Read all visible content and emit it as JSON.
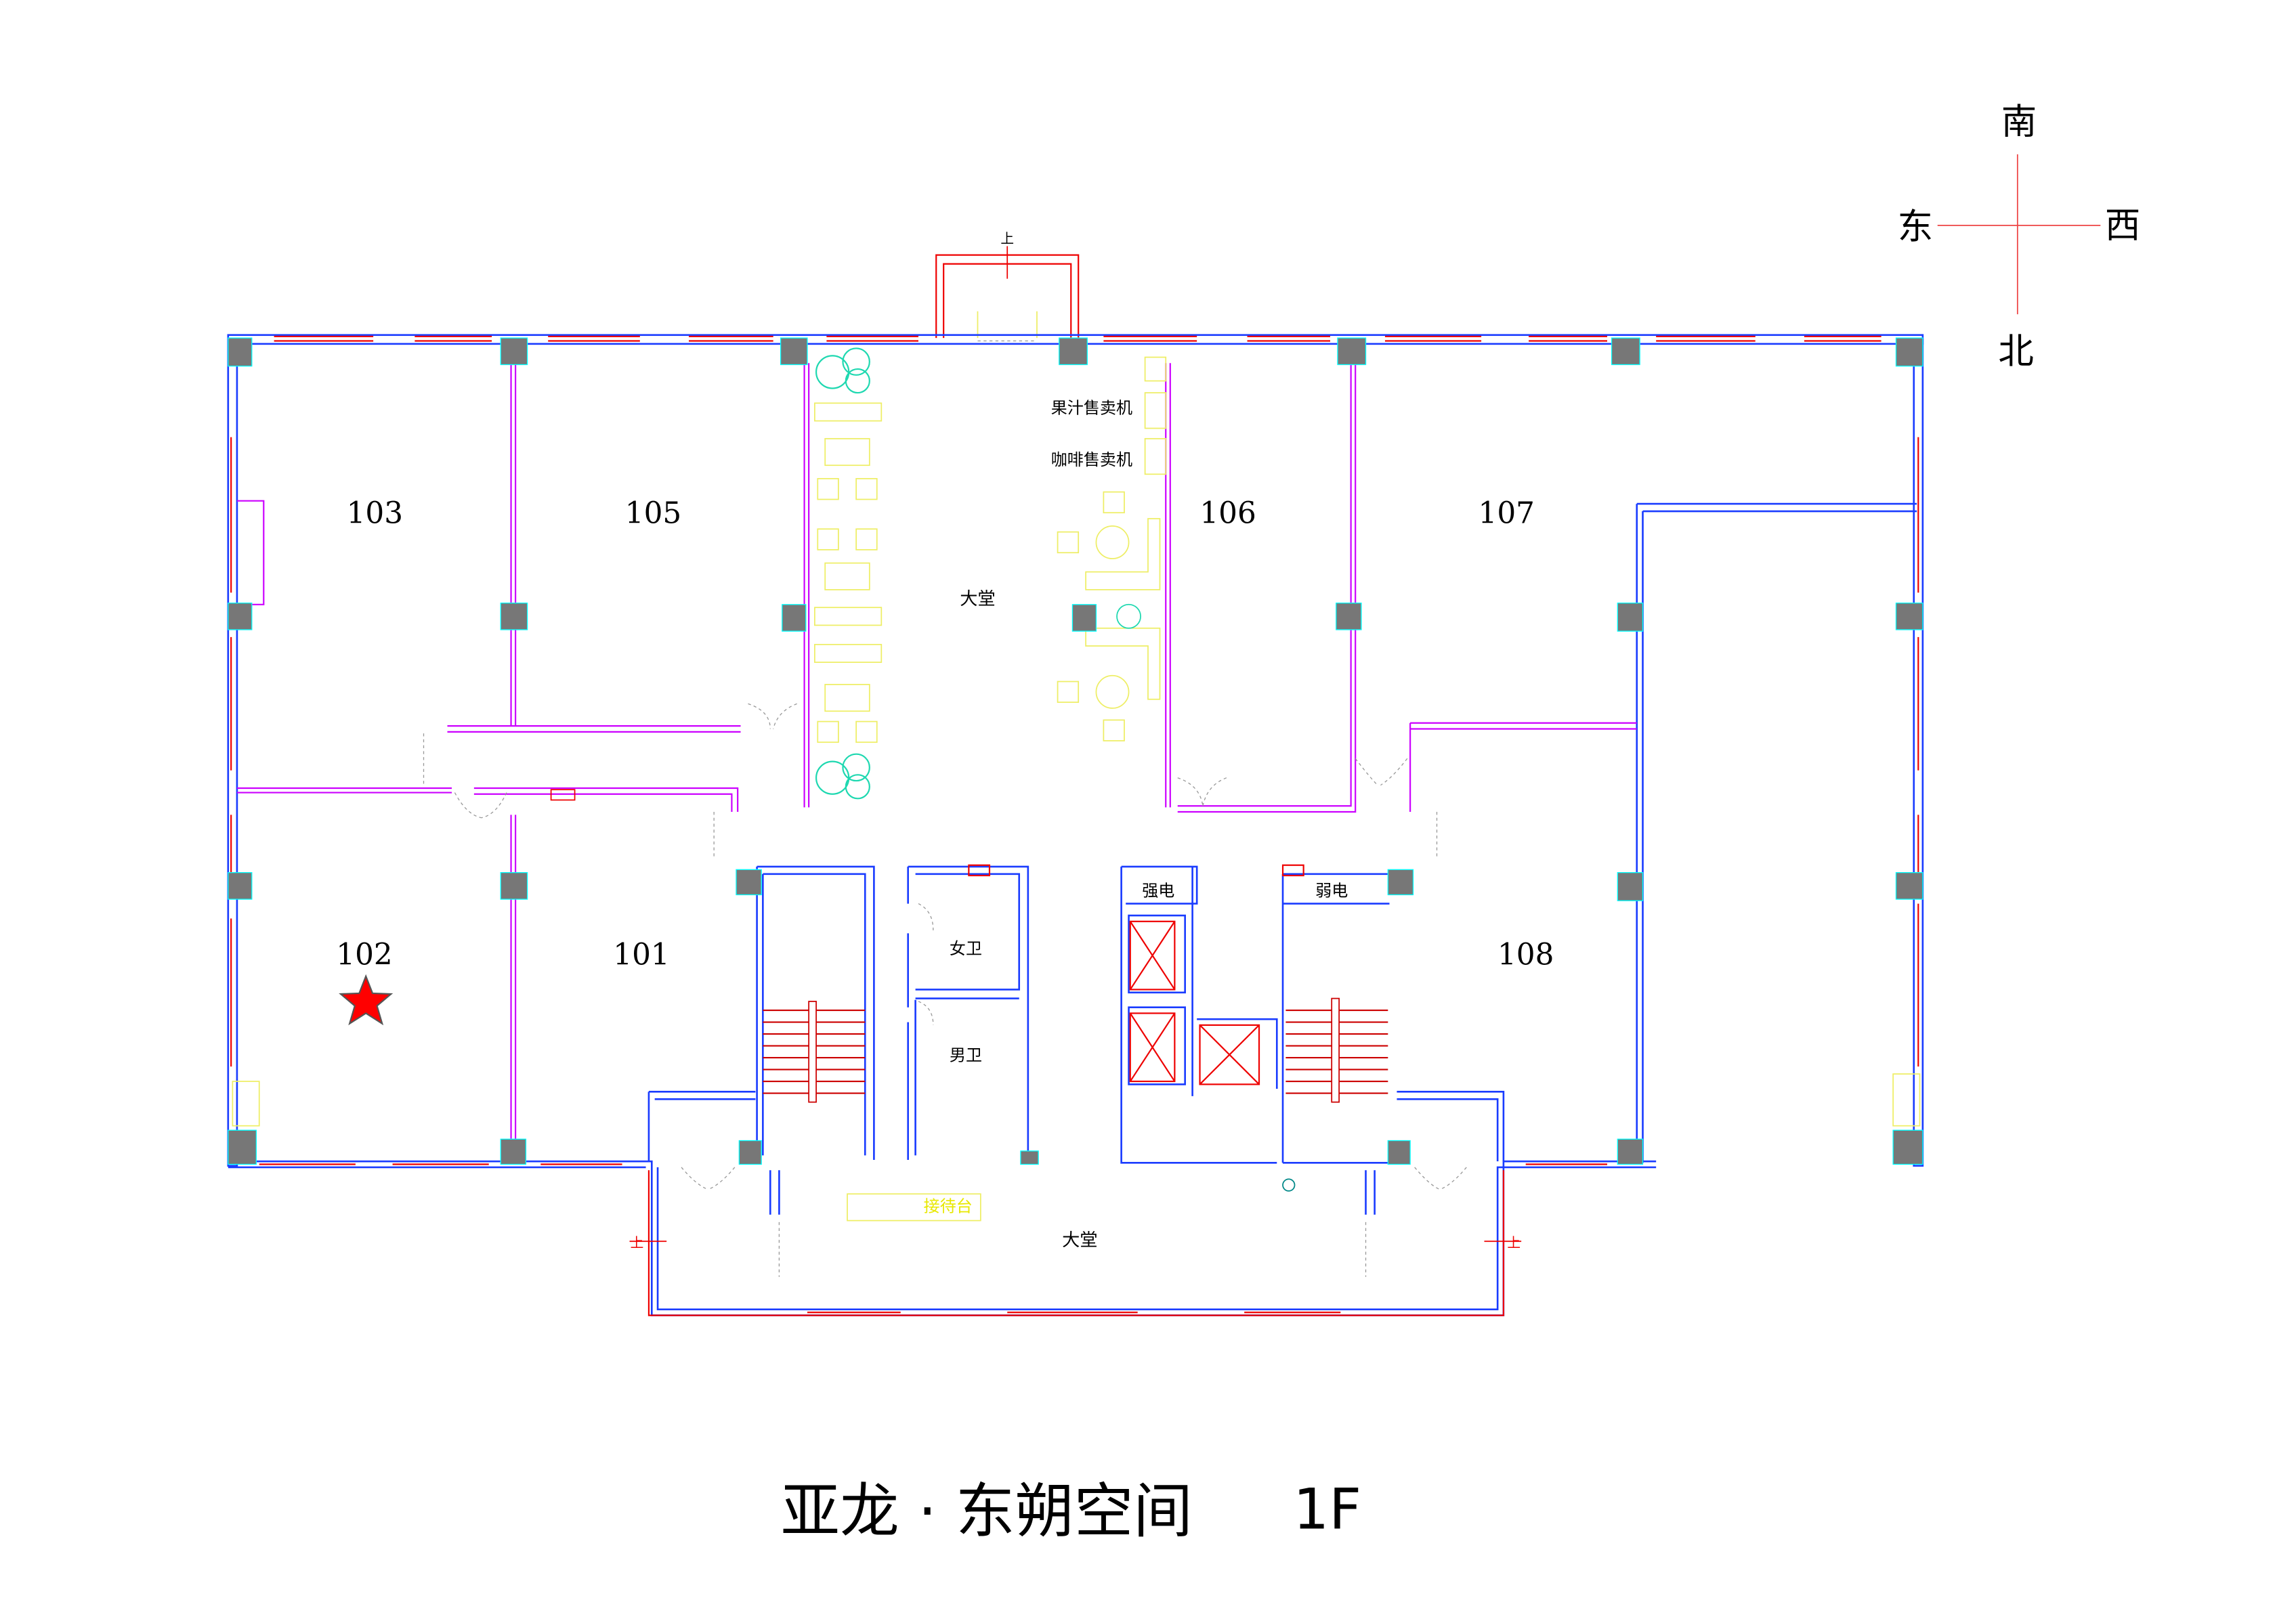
{
  "compass": {
    "south": "南",
    "east": "东",
    "west": "西",
    "north": "北"
  },
  "rooms": {
    "r103": "103",
    "r105": "105",
    "r106": "106",
    "r107": "107",
    "r102": "102",
    "r101": "101",
    "r108": "108"
  },
  "areas": {
    "lobby_upper": "大堂",
    "lobby_lower": "大堂",
    "juice_vending": "果汁售卖机",
    "coffee_vending": "咖啡售卖机",
    "womens_restroom": "女卫",
    "mens_restroom": "男卫",
    "strong_power": "强电",
    "weak_power": "弱电",
    "reception": "接待台"
  },
  "markers": {
    "up_top": "上",
    "up_left": "上",
    "up_right": "上"
  },
  "title": {
    "name": "亚龙 · 东朔空间",
    "floor": "1F"
  },
  "colors": {
    "wall": "#1a3cff",
    "window": "#e00000",
    "partition": "#cc00ff",
    "column": "#777777",
    "star": "#ff0000"
  }
}
